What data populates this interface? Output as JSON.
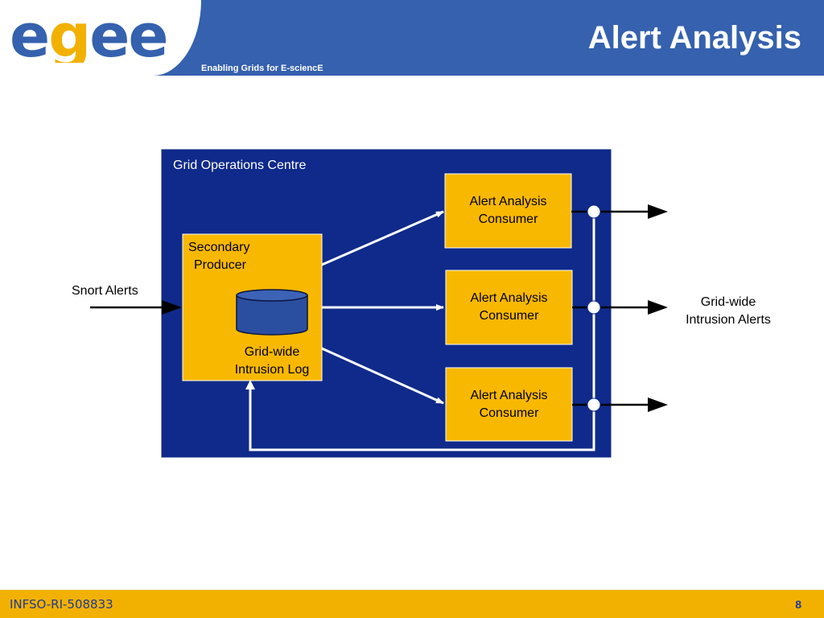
{
  "header": {
    "title": "Alert Analysis",
    "tagline": "Enabling Grids for E-sciencE",
    "logo_text": "egee",
    "logo_colors": [
      "#3561ae",
      "#f2b100",
      "#3561ae",
      "#3561ae"
    ]
  },
  "diagram": {
    "container_label": "Grid Operations Centre",
    "container_color": "#0f2a8a",
    "box_color": "#f9b800",
    "input_label": "Snort Alerts",
    "producer": {
      "line1": "Secondary",
      "line2": "Producer"
    },
    "log": {
      "line1": "Grid-wide",
      "line2": "Intrusion Log"
    },
    "consumers": [
      {
        "line1": "Alert Analysis",
        "line2": "Consumer"
      },
      {
        "line1": "Alert Analysis",
        "line2": "Consumer"
      },
      {
        "line1": "Alert Analysis",
        "line2": "Consumer"
      }
    ],
    "output": {
      "line1": "Grid-wide",
      "line2": "Intrusion Alerts"
    }
  },
  "footer": {
    "project_id": "INFSO-RI-508833",
    "page_number": "8"
  }
}
